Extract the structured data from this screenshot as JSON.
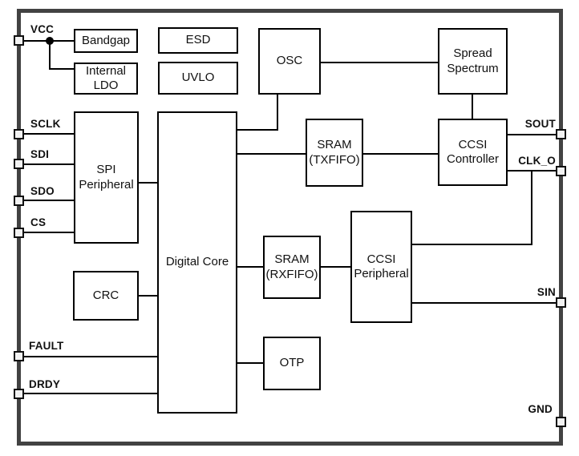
{
  "diagram": {
    "type": "ic-block-diagram",
    "blocks": [
      {
        "id": "bandgap",
        "label": "Bandgap"
      },
      {
        "id": "internal-ldo",
        "label": "Internal LDO"
      },
      {
        "id": "esd",
        "label": "ESD"
      },
      {
        "id": "uvlo",
        "label": "UVLO"
      },
      {
        "id": "osc",
        "label": "OSC"
      },
      {
        "id": "spread-spectrum",
        "label": "Spread Spectrum"
      },
      {
        "id": "spi-peripheral",
        "label": "SPI Peripheral"
      },
      {
        "id": "digital-core",
        "label": "Digital Core"
      },
      {
        "id": "sram-txfifo",
        "label": "SRAM (TXFIFO)"
      },
      {
        "id": "ccsi-controller",
        "label": "CCSI Controller"
      },
      {
        "id": "sram-rxfifo",
        "label": "SRAM (RXFIFO)"
      },
      {
        "id": "ccsi-peripheral",
        "label": "CCSI Peripheral"
      },
      {
        "id": "crc",
        "label": "CRC"
      },
      {
        "id": "otp",
        "label": "OTP"
      }
    ],
    "pins": [
      {
        "id": "vcc",
        "label": "VCC",
        "side": "left"
      },
      {
        "id": "sclk",
        "label": "SCLK",
        "side": "left"
      },
      {
        "id": "sdi",
        "label": "SDI",
        "side": "left"
      },
      {
        "id": "sdo",
        "label": "SDO",
        "side": "left"
      },
      {
        "id": "cs",
        "label": "CS",
        "side": "left"
      },
      {
        "id": "fault",
        "label": "FAULT",
        "side": "left"
      },
      {
        "id": "drdy",
        "label": "DRDY",
        "side": "left"
      },
      {
        "id": "sout",
        "label": "SOUT",
        "side": "right"
      },
      {
        "id": "clk_o",
        "label": "CLK_O",
        "side": "right"
      },
      {
        "id": "sin",
        "label": "SIN",
        "side": "right"
      },
      {
        "id": "gnd",
        "label": "GND",
        "side": "right"
      }
    ],
    "connections": [
      "VCC-Bandgap",
      "VCC-Internal LDO",
      "SCLK-SPI Peripheral",
      "SDI-SPI Peripheral",
      "SDO-SPI Peripheral",
      "CS-SPI Peripheral",
      "SPI Peripheral-Digital Core",
      "CRC-Digital Core",
      "FAULT-Digital Core",
      "DRDY-Digital Core",
      "Digital Core-OSC",
      "OSC-Spread Spectrum",
      "Spread Spectrum-CCSI Controller",
      "Digital Core-SRAM (TXFIFO)",
      "SRAM (TXFIFO)-CCSI Controller",
      "CCSI Controller-SOUT",
      "CCSI Controller-CLK_O",
      "CLK_O-CCSI Peripheral",
      "Digital Core-SRAM (RXFIFO)",
      "SRAM (RXFIFO)-CCSI Peripheral",
      "CCSI Peripheral-SIN",
      "Digital Core-OTP"
    ],
    "colors": {
      "boundary": "#424242",
      "block_border": "#000000",
      "block_fill": "#ffffff",
      "pin_fill": "#f2f2f2",
      "wire": "#000000",
      "background": "#ffffff"
    }
  }
}
